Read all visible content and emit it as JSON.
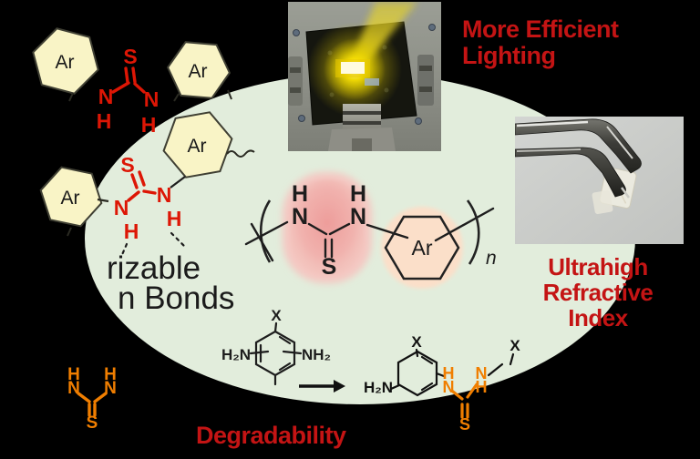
{
  "scene": {
    "background_color": "#000000",
    "ellipse_color": "#E2EDDC"
  },
  "captions": {
    "lighting": {
      "line1": "More Efficient",
      "line2": "Lighting",
      "color": "#C41414"
    },
    "refractive": {
      "line1": "Ultrahigh",
      "line2": "Refractive",
      "line3": "Index",
      "color": "#C41414"
    },
    "degradability": {
      "label": "Degradability",
      "color": "#C41414"
    },
    "hydrogen_bonds": {
      "line1": "rizable",
      "line2": "n Bonds",
      "color": "#1B1B1B"
    }
  },
  "atoms": {
    "N": "N",
    "H": "H",
    "S": "S",
    "X": "X",
    "Ar": "Ar",
    "n": "n",
    "H2N": "H₂N",
    "NH2": "NH₂"
  },
  "colors": {
    "structure_red": "#DD1605",
    "structure_orange": "#F07E00",
    "structure_black": "#1D1D1D",
    "hexagon_fill": "#F9F4C6",
    "pink_highlight": "#EE9C9A",
    "peach_highlight": "#FBDFC9"
  }
}
